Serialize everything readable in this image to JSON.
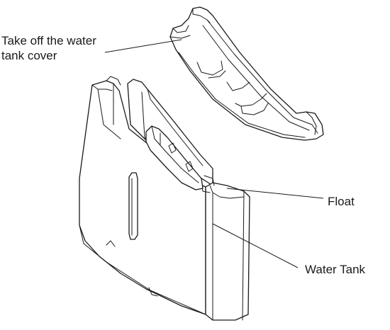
{
  "callouts": {
    "cover_line1": "Take off the water",
    "cover_line2": "tank cover",
    "float": "Float",
    "tank": "Water Tank"
  },
  "colors": {
    "line": "#1a1a1a",
    "background": "#ffffff"
  }
}
